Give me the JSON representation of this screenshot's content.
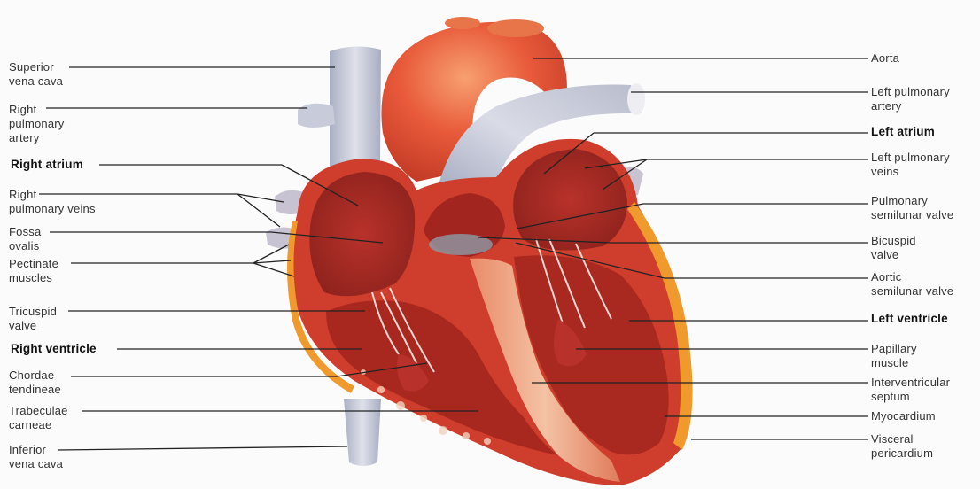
{
  "colors": {
    "myocardium": "#c9342a",
    "chamber": "#a52a24",
    "aorta": "#e2563a",
    "vessel": "#c9ccd8",
    "fat": "#f2a030",
    "leader": "#222222",
    "text": "#333333"
  },
  "labels_left": [
    {
      "lines": [
        "Superior",
        "vena cava"
      ],
      "bold": false
    },
    {
      "lines": [
        "Right",
        "pulmonary",
        "artery"
      ],
      "bold": false
    },
    {
      "lines": [
        "Right atrium"
      ],
      "bold": true
    },
    {
      "lines": [
        "Right",
        "pulmonary veins"
      ],
      "bold": false
    },
    {
      "lines": [
        "Fossa",
        "ovalis"
      ],
      "bold": false
    },
    {
      "lines": [
        "Pectinate",
        "muscles"
      ],
      "bold": false
    },
    {
      "lines": [
        "Tricuspid",
        "valve"
      ],
      "bold": false
    },
    {
      "lines": [
        "Right ventricle"
      ],
      "bold": true
    },
    {
      "lines": [
        "Chordae",
        "tendineae"
      ],
      "bold": false
    },
    {
      "lines": [
        "Trabeculae",
        "carneae"
      ],
      "bold": false
    },
    {
      "lines": [
        "Inferior",
        "vena cava"
      ],
      "bold": false
    }
  ],
  "labels_right": [
    {
      "lines": [
        "Aorta"
      ],
      "bold": false
    },
    {
      "lines": [
        "Left pulmonary",
        "artery"
      ],
      "bold": false
    },
    {
      "lines": [
        "Left atrium"
      ],
      "bold": true
    },
    {
      "lines": [
        "Left pulmonary",
        "veins"
      ],
      "bold": false
    },
    {
      "lines": [
        "Pulmonary",
        "semilunar valve"
      ],
      "bold": false
    },
    {
      "lines": [
        "Bicuspid",
        "valve"
      ],
      "bold": false
    },
    {
      "lines": [
        "Aortic",
        "semilunar valve"
      ],
      "bold": false
    },
    {
      "lines": [
        "Left ventricle"
      ],
      "bold": true
    },
    {
      "lines": [
        "Papillary",
        "muscle"
      ],
      "bold": false
    },
    {
      "lines": [
        "Interventricular",
        "septum"
      ],
      "bold": false
    },
    {
      "lines": [
        "Myocardium"
      ],
      "bold": false
    },
    {
      "lines": [
        "Visceral",
        "pericardium"
      ],
      "bold": false
    }
  ]
}
